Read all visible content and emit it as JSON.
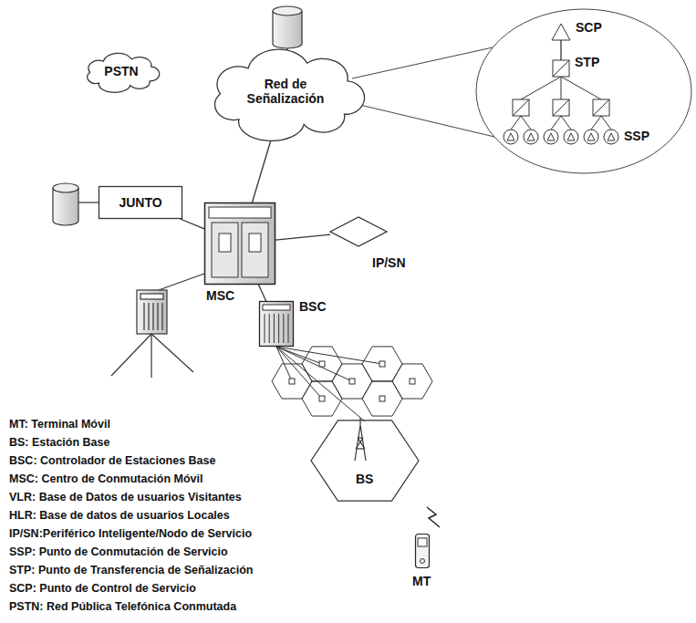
{
  "diagram": {
    "nodes": [
      {
        "text": [
          "PSTN"
        ]
      },
      {
        "text": [
          "Red de Señalización"
        ]
      },
      {
        "text": [
          "SCP"
        ]
      },
      {
        "text": [
          "STP"
        ]
      },
      {
        "text": [
          "JUNTO"
        ]
      },
      {
        "text": [
          "MSC"
        ]
      },
      {
        "text": [
          "IP/SN"
        ]
      },
      {
        "text": [
          "BSC"
        ]
      },
      {
        "text": [
          "BS"
        ]
      },
      {
        "text": [
          "MT"
        ]
      },
      {
        "text": [
          "SSP"
        ]
      }
    ],
    "edges": [
      {
        "from": 1,
        "to": 5,
        "arrow": "none"
      },
      {
        "from": 4,
        "to": 5,
        "arrow": "none"
      },
      {
        "from": 5,
        "to": 6,
        "arrow": "none"
      },
      {
        "from": 5,
        "to": 7,
        "arrow": "none"
      },
      {
        "from": 2,
        "to": 3,
        "arrow": "none"
      }
    ],
    "labels": [
      "MT: Terminal Móvil",
      "BS: Estación Base",
      "BSC: Controlador de Estaciones Base",
      "MSC: Centro de Conmutación Móvil",
      "VLR: Base de Datos de usuarios Visitantes",
      "HLR: Base de datos de usuarios Locales",
      "IP/SN:Periférico Inteligente/Nodo de Servicio",
      "SSP: Punto de Conmutación de Servicio",
      "STP: Punto de Transferencia de Señalización",
      "SCP: Punto de Control de Servicio",
      "PSTN: Red Pública Telefónica Conmutada"
    ]
  }
}
